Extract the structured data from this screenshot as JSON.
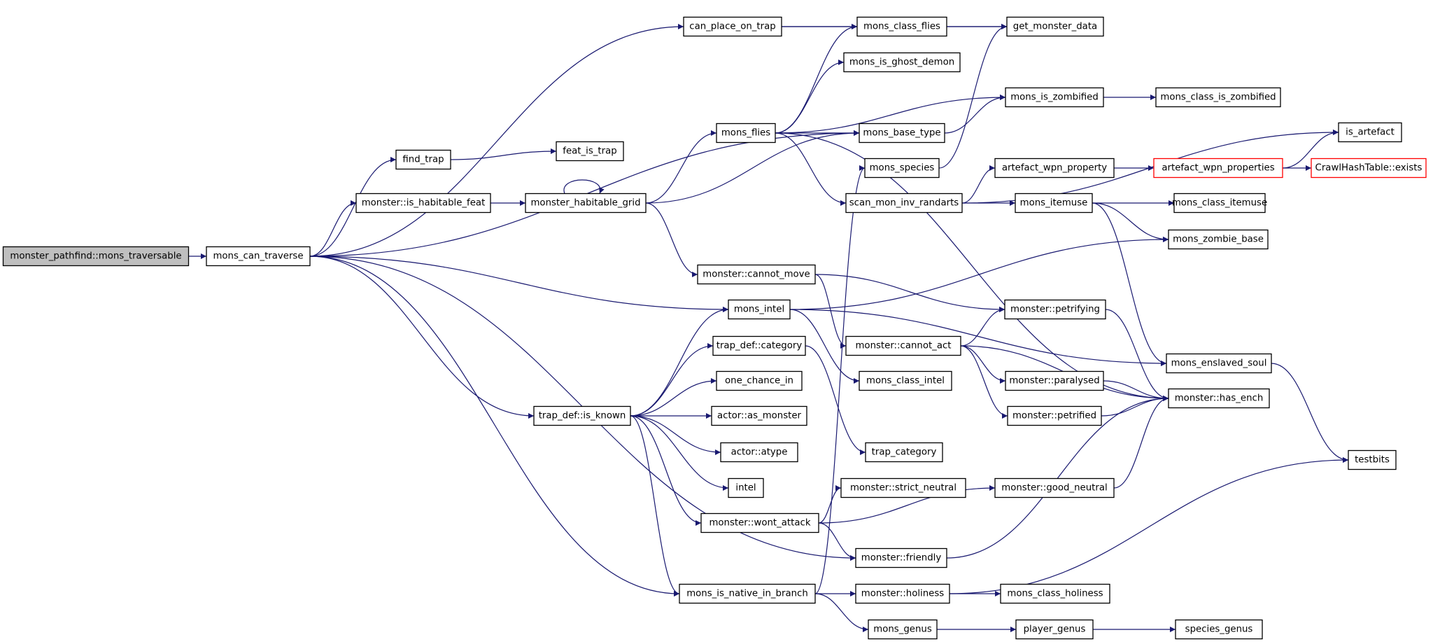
{
  "graph": {
    "nodes": [
      {
        "id": "pathfind_mons_traversable",
        "label": "monster_pathfind::mons_traversable",
        "root": true
      },
      {
        "id": "mons_can_traverse",
        "label": "mons_can_traverse"
      },
      {
        "id": "can_place_on_trap",
        "label": "can_place_on_trap"
      },
      {
        "id": "find_trap",
        "label": "find_trap"
      },
      {
        "id": "monster_is_habitable_feat",
        "label": "monster::is_habitable_feat"
      },
      {
        "id": "trap_def_is_known",
        "label": "trap_def::is_known"
      },
      {
        "id": "feat_is_trap",
        "label": "feat_is_trap"
      },
      {
        "id": "monster_habitable_grid",
        "label": "monster_habitable_grid"
      },
      {
        "id": "mons_flies",
        "label": "mons_flies"
      },
      {
        "id": "monster_cannot_move",
        "label": "monster::cannot_move"
      },
      {
        "id": "mons_intel",
        "label": "mons_intel"
      },
      {
        "id": "trap_def_category",
        "label": "trap_def::category"
      },
      {
        "id": "one_chance_in",
        "label": "one_chance_in"
      },
      {
        "id": "actor_as_monster",
        "label": "actor::as_monster"
      },
      {
        "id": "actor_atype",
        "label": "actor::atype"
      },
      {
        "id": "intel",
        "label": "intel"
      },
      {
        "id": "monster_wont_attack",
        "label": "monster::wont_attack"
      },
      {
        "id": "mons_is_native_in_branch",
        "label": "mons_is_native_in_branch"
      },
      {
        "id": "mons_class_flies",
        "label": "mons_class_flies"
      },
      {
        "id": "mons_is_ghost_demon",
        "label": "mons_is_ghost_demon"
      },
      {
        "id": "mons_base_type",
        "label": "mons_base_type"
      },
      {
        "id": "mons_species",
        "label": "mons_species"
      },
      {
        "id": "scan_mon_inv_randarts",
        "label": "scan_mon_inv_randarts"
      },
      {
        "id": "monster_cannot_act",
        "label": "monster::cannot_act"
      },
      {
        "id": "mons_class_intel",
        "label": "mons_class_intel"
      },
      {
        "id": "trap_category",
        "label": "trap_category"
      },
      {
        "id": "monster_strict_neutral",
        "label": "monster::strict_neutral"
      },
      {
        "id": "monster_friendly",
        "label": "monster::friendly"
      },
      {
        "id": "monster_holiness",
        "label": "monster::holiness"
      },
      {
        "id": "mons_genus",
        "label": "mons_genus"
      },
      {
        "id": "get_monster_data",
        "label": "get_monster_data"
      },
      {
        "id": "mons_is_zombified",
        "label": "mons_is_zombified"
      },
      {
        "id": "artefact_wpn_property",
        "label": "artefact_wpn_property"
      },
      {
        "id": "mons_itemuse",
        "label": "mons_itemuse"
      },
      {
        "id": "monster_petrifying",
        "label": "monster::petrifying"
      },
      {
        "id": "monster_paralysed",
        "label": "monster::paralysed"
      },
      {
        "id": "monster_petrified",
        "label": "monster::petrified"
      },
      {
        "id": "monster_good_neutral",
        "label": "monster::good_neutral"
      },
      {
        "id": "mons_class_holiness",
        "label": "mons_class_holiness"
      },
      {
        "id": "player_genus",
        "label": "player_genus"
      },
      {
        "id": "mons_class_is_zombified",
        "label": "mons_class_is_zombified"
      },
      {
        "id": "artefact_wpn_properties",
        "label": "artefact_wpn_properties",
        "red": true
      },
      {
        "id": "mons_class_itemuse",
        "label": "mons_class_itemuse"
      },
      {
        "id": "mons_zombie_base",
        "label": "mons_zombie_base"
      },
      {
        "id": "mons_enslaved_soul",
        "label": "mons_enslaved_soul"
      },
      {
        "id": "monster_has_ench",
        "label": "monster::has_ench"
      },
      {
        "id": "species_genus",
        "label": "species_genus"
      },
      {
        "id": "is_artefact",
        "label": "is_artefact"
      },
      {
        "id": "crawlhashtable_exists",
        "label": "CrawlHashTable::exists",
        "red": true
      },
      {
        "id": "testbits",
        "label": "testbits"
      }
    ],
    "edges": [
      [
        "pathfind_mons_traversable",
        "mons_can_traverse"
      ],
      [
        "mons_can_traverse",
        "can_place_on_trap"
      ],
      [
        "mons_can_traverse",
        "find_trap"
      ],
      [
        "mons_can_traverse",
        "monster_is_habitable_feat"
      ],
      [
        "mons_can_traverse",
        "mons_base_type"
      ],
      [
        "mons_can_traverse",
        "mons_intel"
      ],
      [
        "mons_can_traverse",
        "trap_def_is_known"
      ],
      [
        "mons_can_traverse",
        "monster_friendly"
      ],
      [
        "mons_can_traverse",
        "mons_is_native_in_branch"
      ],
      [
        "can_place_on_trap",
        "mons_class_flies"
      ],
      [
        "can_place_on_trap",
        "get_monster_data"
      ],
      [
        "find_trap",
        "feat_is_trap"
      ],
      [
        "monster_is_habitable_feat",
        "monster_habitable_grid"
      ],
      [
        "monster_habitable_grid",
        "monster_habitable_grid"
      ],
      [
        "monster_habitable_grid",
        "mons_flies"
      ],
      [
        "monster_habitable_grid",
        "mons_base_type"
      ],
      [
        "monster_habitable_grid",
        "monster_cannot_move"
      ],
      [
        "mons_flies",
        "mons_class_flies"
      ],
      [
        "mons_flies",
        "mons_is_ghost_demon"
      ],
      [
        "mons_flies",
        "mons_is_zombified"
      ],
      [
        "mons_flies",
        "mons_base_type"
      ],
      [
        "mons_flies",
        "scan_mon_inv_randarts"
      ],
      [
        "mons_flies",
        "monster_has_ench"
      ],
      [
        "mons_class_flies",
        "get_monster_data"
      ],
      [
        "mons_base_type",
        "mons_is_zombified"
      ],
      [
        "mons_species",
        "get_monster_data"
      ],
      [
        "mons_is_zombified",
        "mons_class_is_zombified"
      ],
      [
        "scan_mon_inv_randarts",
        "artefact_wpn_property"
      ],
      [
        "scan_mon_inv_randarts",
        "mons_itemuse"
      ],
      [
        "scan_mon_inv_randarts",
        "is_artefact"
      ],
      [
        "artefact_wpn_property",
        "artefact_wpn_properties"
      ],
      [
        "artefact_wpn_properties",
        "crawlhashtable_exists"
      ],
      [
        "artefact_wpn_properties",
        "is_artefact"
      ],
      [
        "mons_itemuse",
        "mons_class_itemuse"
      ],
      [
        "mons_itemuse",
        "mons_zombie_base"
      ],
      [
        "mons_itemuse",
        "mons_enslaved_soul"
      ],
      [
        "monster_cannot_move",
        "monster_petrifying"
      ],
      [
        "monster_cannot_move",
        "monster_cannot_act"
      ],
      [
        "mons_intel",
        "mons_zombie_base"
      ],
      [
        "mons_intel",
        "mons_class_intel"
      ],
      [
        "mons_intel",
        "mons_enslaved_soul"
      ],
      [
        "monster_cannot_act",
        "monster_petrifying"
      ],
      [
        "monster_cannot_act",
        "monster_paralysed"
      ],
      [
        "monster_cannot_act",
        "monster_petrified"
      ],
      [
        "monster_cannot_act",
        "monster_has_ench"
      ],
      [
        "monster_petrifying",
        "monster_has_ench"
      ],
      [
        "monster_paralysed",
        "monster_has_ench"
      ],
      [
        "monster_petrified",
        "monster_has_ench"
      ],
      [
        "mons_enslaved_soul",
        "testbits"
      ],
      [
        "trap_def_is_known",
        "mons_intel"
      ],
      [
        "trap_def_is_known",
        "trap_def_category"
      ],
      [
        "trap_def_is_known",
        "one_chance_in"
      ],
      [
        "trap_def_is_known",
        "actor_as_monster"
      ],
      [
        "trap_def_is_known",
        "actor_atype"
      ],
      [
        "trap_def_is_known",
        "intel"
      ],
      [
        "trap_def_is_known",
        "monster_wont_attack"
      ],
      [
        "trap_def_is_known",
        "mons_is_native_in_branch"
      ],
      [
        "trap_def_category",
        "trap_category"
      ],
      [
        "monster_wont_attack",
        "monster_strict_neutral"
      ],
      [
        "monster_wont_attack",
        "monster_good_neutral"
      ],
      [
        "monster_wont_attack",
        "monster_friendly"
      ],
      [
        "monster_good_neutral",
        "monster_has_ench"
      ],
      [
        "monster_friendly",
        "monster_has_ench"
      ],
      [
        "mons_is_native_in_branch",
        "mons_species"
      ],
      [
        "mons_is_native_in_branch",
        "monster_holiness"
      ],
      [
        "mons_is_native_in_branch",
        "mons_genus"
      ],
      [
        "monster_holiness",
        "mons_class_holiness"
      ],
      [
        "monster_holiness",
        "testbits"
      ],
      [
        "mons_genus",
        "player_genus"
      ],
      [
        "player_genus",
        "species_genus"
      ]
    ]
  },
  "colors": {
    "edge": "#191970",
    "node_border": "#000000",
    "root_fill": "#bfbfbf",
    "missing_border": "#ff0000"
  }
}
